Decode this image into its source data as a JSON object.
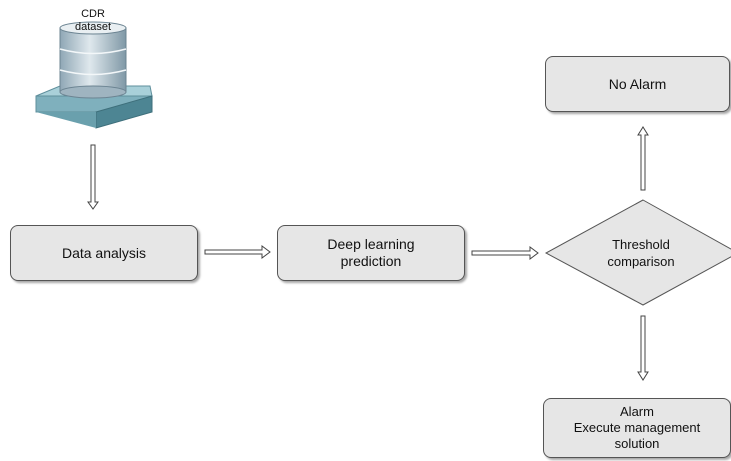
{
  "diagram": {
    "database": {
      "label": "CDR\ndataset",
      "icon": "database-cylinder-icon"
    },
    "nodes": {
      "data_analysis": "Data analysis",
      "deep_learning": "Deep learning\nprediction",
      "threshold": "Threshold\ncomparison",
      "no_alarm": "No Alarm",
      "alarm": "Alarm\nExecute management\nsolution"
    },
    "colors": {
      "box_fill": "#e6e6e6",
      "box_border": "#555555",
      "cylinder": "#b9c9d2",
      "platform": "#7fb0bd"
    }
  }
}
